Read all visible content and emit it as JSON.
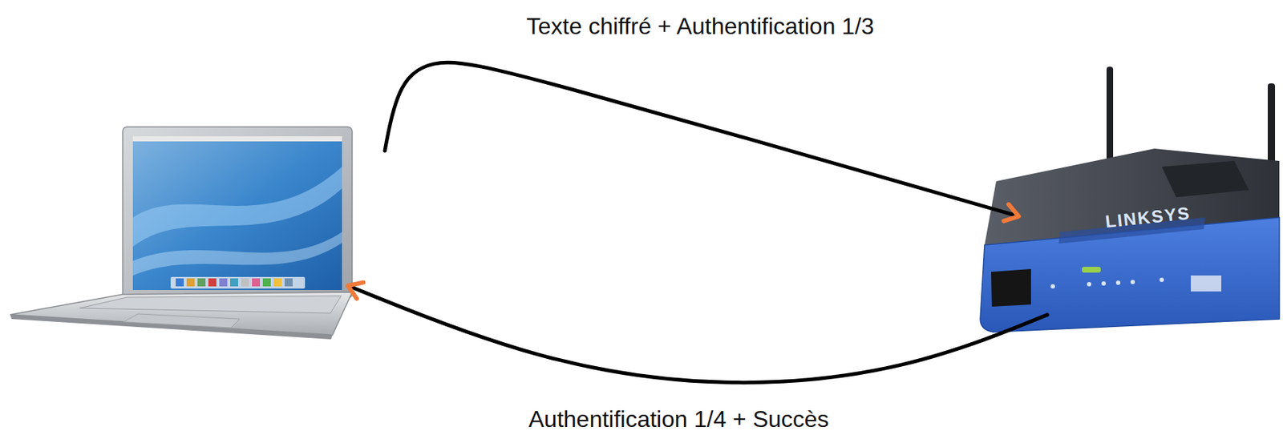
{
  "diagram": {
    "nodes": [
      {
        "text": []
      },
      {
        "text": [
          "LINKSYS"
        ]
      }
    ],
    "edges": [
      {
        "from": 0,
        "to": 1,
        "arrow": "to",
        "label": "Texte chiffré + Authentification 1/3"
      },
      {
        "from": 1,
        "to": 0,
        "arrow": "to",
        "label": "Authentification 1/4 + Succès"
      }
    ]
  }
}
